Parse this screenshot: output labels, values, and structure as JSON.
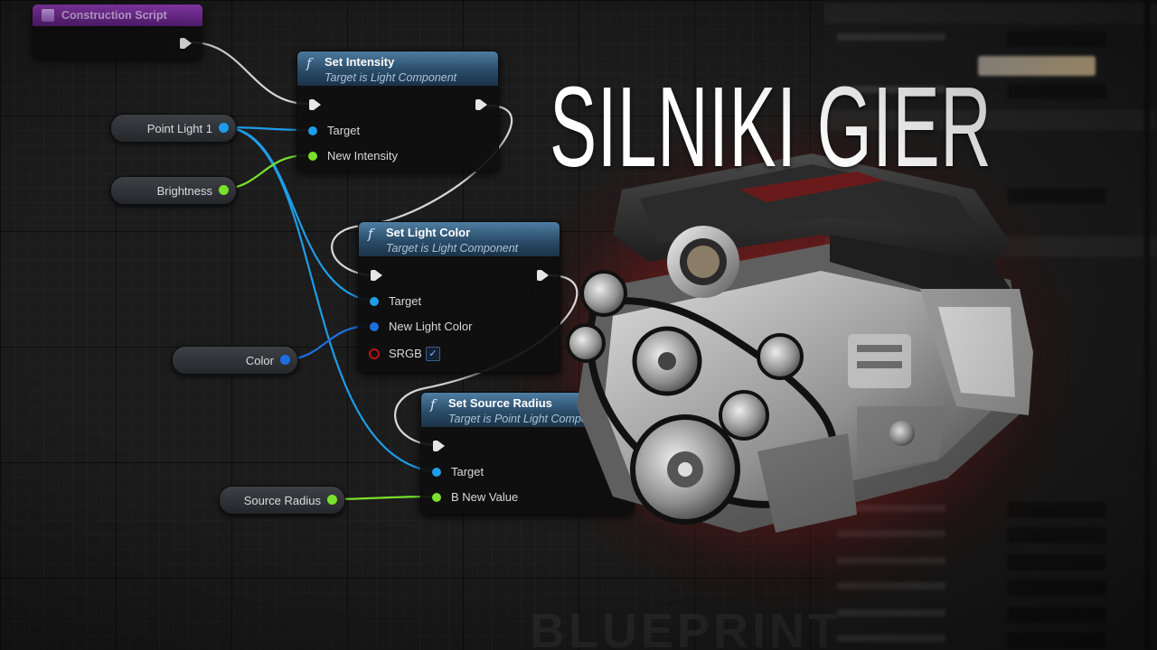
{
  "title": "SILNIKI GIER",
  "watermark": "BLUEPRINT",
  "construction_script": {
    "label": "Construction Script"
  },
  "variables": {
    "point_light": "Point Light 1",
    "brightness": "Brightness",
    "color": "Color",
    "source_radius": "Source Radius"
  },
  "nodes": {
    "set_intensity": {
      "title": "Set Intensity",
      "subtitle": "Target is Light Component",
      "pins": [
        "Target",
        "New Intensity"
      ]
    },
    "set_light_color": {
      "title": "Set Light Color",
      "subtitle": "Target is Light Component",
      "pins": [
        "Target",
        "New Light Color",
        "SRGB"
      ]
    },
    "set_source_radius": {
      "title": "Set Source Radius",
      "subtitle": "Target is Point Light Component",
      "pins": [
        "Target",
        "B New Value"
      ]
    }
  },
  "glyphs": {
    "function": "f",
    "check": "✓"
  },
  "colors": {
    "object_pin": "#1e9de8",
    "float_pin": "#7be02c",
    "struct_pin": "#1d6fe0",
    "bool_pin": "#c21010",
    "exec_pin": "#e6e6e6",
    "node_header": "#2f5678",
    "construction_header": "#7a2ea0",
    "glow": "#d42a2a"
  },
  "icons": {
    "function_icon": "function-icon",
    "exec_pin_icon": "exec-pin-icon",
    "engine_image": "engine-image"
  }
}
